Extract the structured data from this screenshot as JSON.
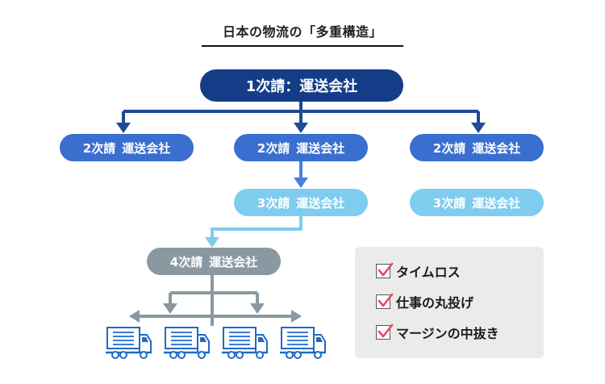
{
  "title": "日本の物流の「多重構造」",
  "tier1": {
    "label": "1次請：運送会社"
  },
  "tier2": [
    {
      "label": "2次請",
      "company": "運送会社"
    },
    {
      "label": "2次請",
      "company": "運送会社"
    },
    {
      "label": "2次請",
      "company": "運送会社"
    }
  ],
  "tier3": [
    {
      "label": "3次請",
      "company": "運送会社"
    },
    {
      "label": "3次請",
      "company": "運送会社"
    }
  ],
  "tier4": {
    "label": "4次請",
    "company": "運送会社"
  },
  "issues": [
    {
      "label": "タイムロス"
    },
    {
      "label": "仕事の丸投げ"
    },
    {
      "label": "マージンの中抜き"
    }
  ],
  "colors": {
    "tier1": "#143d87",
    "tier2": "#3a6fd0",
    "tier3": "#7fcdee",
    "tier4": "#8a98a2",
    "truck": "#1f6ac9",
    "check": "#e84a5f",
    "legend_bg": "#ebebeb"
  },
  "icons": {
    "truck": "truck-icon",
    "check": "checkbox-checked-icon"
  }
}
